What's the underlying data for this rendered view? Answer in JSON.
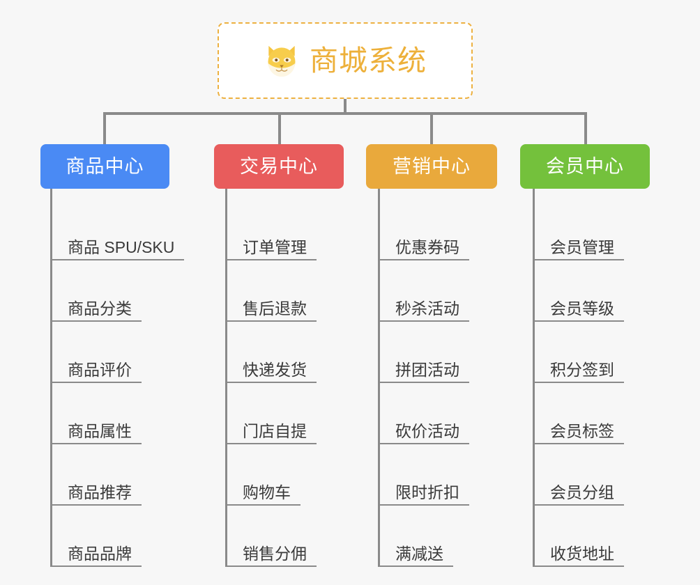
{
  "page": {
    "background_color": "#f7f7f7",
    "type": "mindmap"
  },
  "root": {
    "title": "商城系统",
    "icon": "shiba-dog-face-icon",
    "text_color": "#edb03a",
    "border_color": "#edb141",
    "background_color": "#ffffff"
  },
  "connector": {
    "color": "#8a8a8a"
  },
  "branches": [
    {
      "label": "商品中心",
      "color": "#4a8af4",
      "items": [
        "商品 SPU/SKU",
        "商品分类",
        "商品评价",
        "商品属性",
        "商品推荐",
        "商品品牌"
      ]
    },
    {
      "label": "交易中心",
      "color": "#e85c5c",
      "items": [
        "订单管理",
        "售后退款",
        "快递发货",
        "门店自提",
        "购物车",
        "销售分佣"
      ]
    },
    {
      "label": "营销中心",
      "color": "#e9a93c",
      "items": [
        "优惠券码",
        "秒杀活动",
        "拼团活动",
        "砍价活动",
        "限时折扣",
        "满减送"
      ]
    },
    {
      "label": "会员中心",
      "color": "#74c13c",
      "items": [
        "会员管理",
        "会员等级",
        "积分签到",
        "会员标签",
        "会员分组",
        "收货地址"
      ]
    }
  ]
}
